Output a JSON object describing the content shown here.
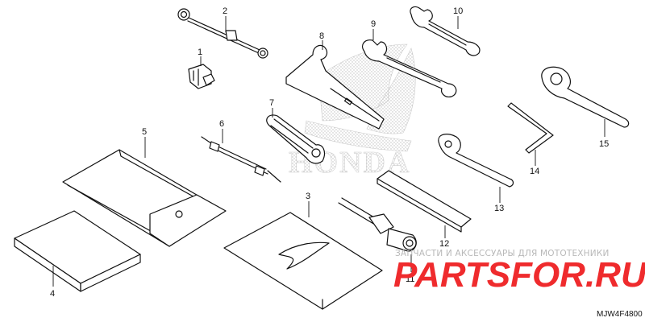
{
  "parts": [
    {
      "number": "1"
    },
    {
      "number": "2"
    },
    {
      "number": "3"
    },
    {
      "number": "4"
    },
    {
      "number": "5"
    },
    {
      "number": "6"
    },
    {
      "number": "7"
    },
    {
      "number": "8"
    },
    {
      "number": "9"
    },
    {
      "number": "10"
    },
    {
      "number": "11"
    },
    {
      "number": "12"
    },
    {
      "number": "13"
    },
    {
      "number": "14"
    },
    {
      "number": "15"
    }
  ],
  "background_logo": {
    "text": "HONDA"
  },
  "watermark": {
    "caption": "ЗАПЧАСТИ И АКСЕССУАРЫ ДЛЯ МОТОТЕХНИКИ",
    "logo_text": "PARTSFOR.RU",
    "logo_color": "#ef2b2d"
  },
  "diagram_code": "MJW4F4800"
}
